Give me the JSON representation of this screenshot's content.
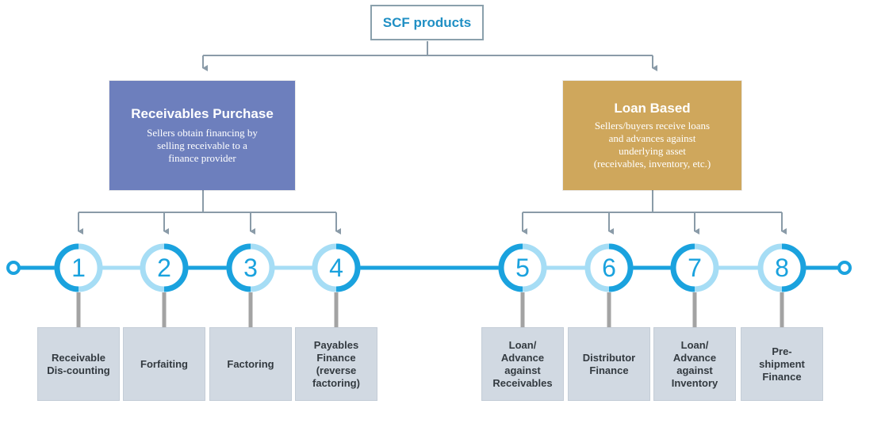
{
  "root": {
    "label": "SCF products"
  },
  "categories": [
    {
      "title": "Receivables Purchase",
      "description": "Sellers obtain financing by\nselling receivable to a\nfinance provider",
      "color": "#6d7fbd"
    },
    {
      "title": "Loan Based",
      "description": "Sellers/buyers receive loans\nand advances against\nunderlying asset\n(receivables, inventory, etc.)",
      "color": "#cfa75c"
    }
  ],
  "steps": [
    {
      "number": "1",
      "product": "Receivable\nDis-counting"
    },
    {
      "number": "2",
      "product": "Forfaiting"
    },
    {
      "number": "3",
      "product": "Factoring"
    },
    {
      "number": "4",
      "product": "Payables\nFinance\n(reverse\nfactoring)"
    },
    {
      "number": "5",
      "product": "Loan/\nAdvance\nagainst\nReceivables"
    },
    {
      "number": "6",
      "product": "Distributor\nFinance"
    },
    {
      "number": "7",
      "product": "Loan/\nAdvance\nagainst\nInventory"
    },
    {
      "number": "8",
      "product": "Pre-\nshipment\nFinance"
    }
  ],
  "colors": {
    "dark_blue": "#1aa2de",
    "light_blue": "#a6ddf5",
    "connector": "#8a9ba8",
    "stem": "#a3a3a3"
  }
}
